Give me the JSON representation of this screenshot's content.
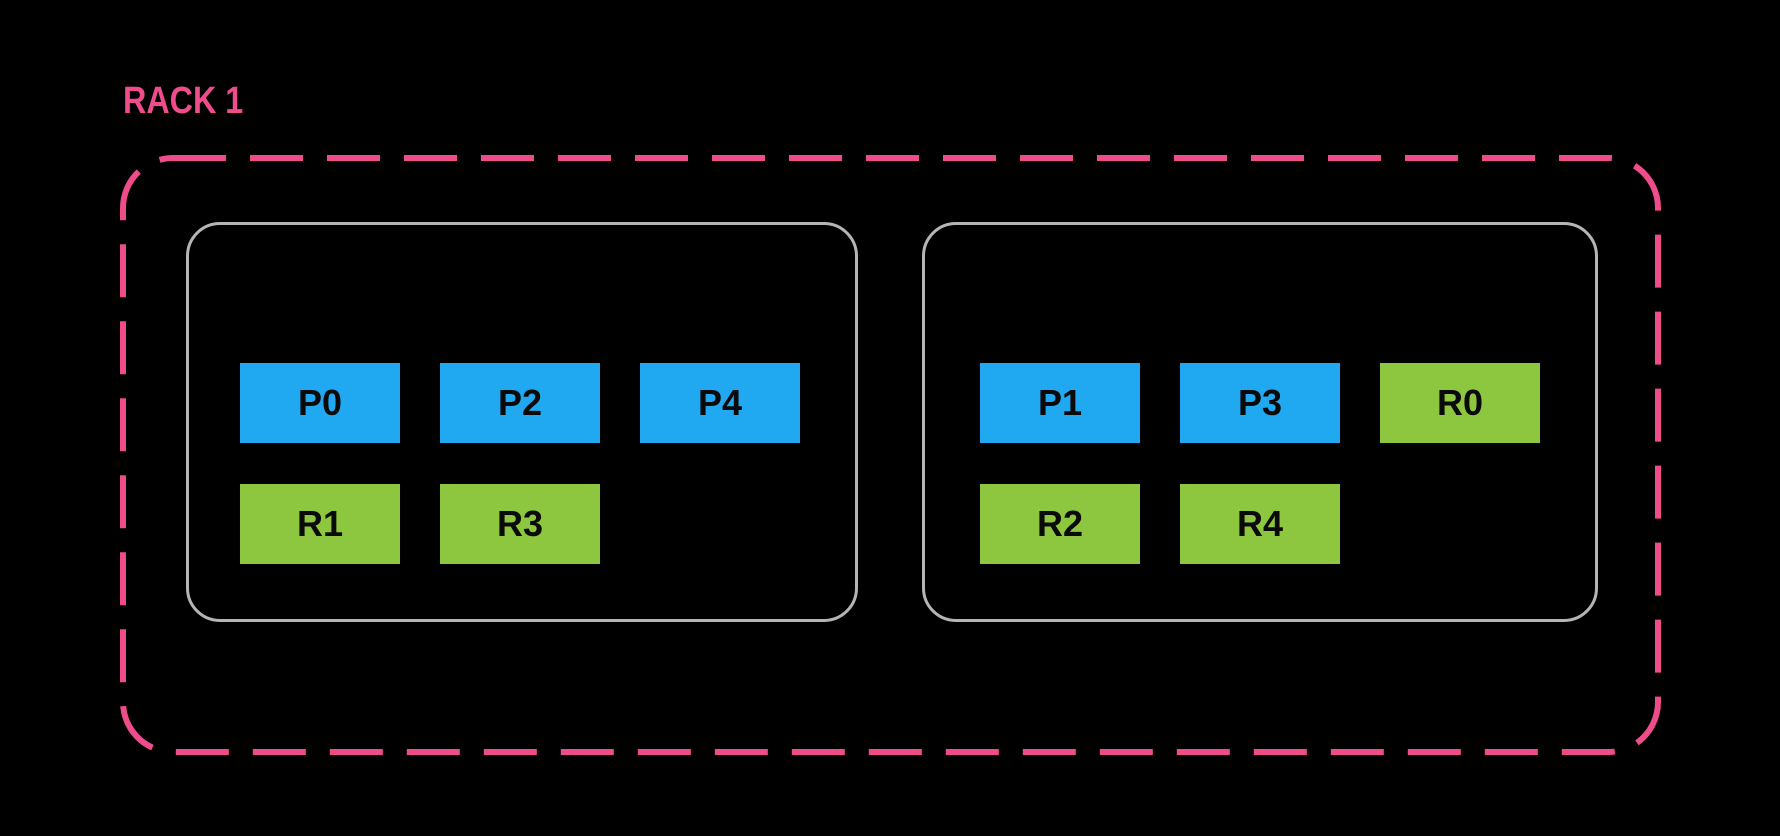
{
  "rack": {
    "label": "RACK 1",
    "nodes": [
      {
        "rows": [
          [
            {
              "label": "P0",
              "type": "primary"
            },
            {
              "label": "P2",
              "type": "primary"
            },
            {
              "label": "P4",
              "type": "primary"
            }
          ],
          [
            {
              "label": "R1",
              "type": "replica"
            },
            {
              "label": "R3",
              "type": "replica"
            }
          ]
        ]
      },
      {
        "rows": [
          [
            {
              "label": "P1",
              "type": "primary"
            },
            {
              "label": "P3",
              "type": "primary"
            },
            {
              "label": "R0",
              "type": "replica"
            }
          ],
          [
            {
              "label": "R2",
              "type": "replica"
            },
            {
              "label": "R4",
              "type": "replica"
            }
          ]
        ]
      }
    ]
  },
  "colors": {
    "rack_pink": "#EE4C8B",
    "primary_blue": "#20A8F0",
    "replica_green": "#8DC63F",
    "node_border": "#B5B5B5",
    "background": "#000000"
  }
}
